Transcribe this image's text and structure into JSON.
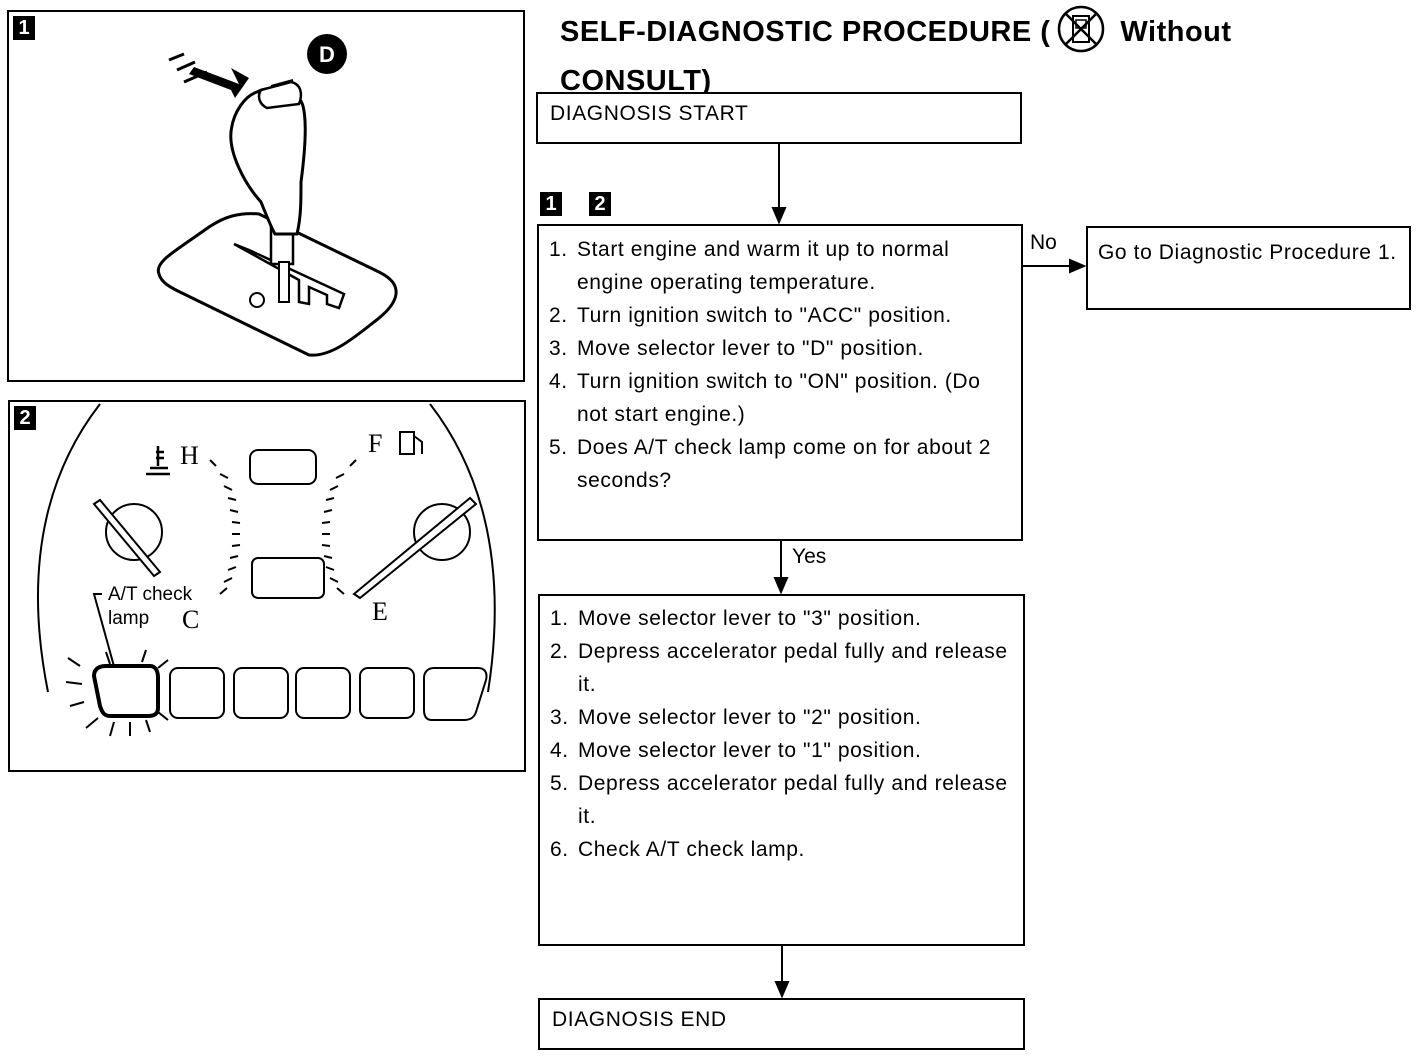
{
  "title": {
    "line1": "SELF-DIAGNOSTIC PROCEDURE (",
    "without": "Without",
    "line2": "CONSULT)",
    "icon": "no-consult-icon"
  },
  "figures": {
    "fig1": {
      "tag": "1",
      "badge": "D"
    },
    "fig2": {
      "tag": "2",
      "gauge_h": "H",
      "gauge_c": "C",
      "gauge_f": "F",
      "gauge_e": "E",
      "callout_line1": "A/T check",
      "callout_line2": "lamp"
    }
  },
  "flow": {
    "start": "DIAGNOSIS START",
    "step_tags": [
      "1",
      "2"
    ],
    "step1": [
      {
        "num": "1.",
        "text": "Start engine and warm it up to normal engine operating temperature."
      },
      {
        "num": "2.",
        "text": "Turn ignition switch to \"ACC\" position."
      },
      {
        "num": "3.",
        "text": "Move selector lever to \"D\" position."
      },
      {
        "num": "4.",
        "text": "Turn ignition switch to \"ON\" position. (Do not start engine.)"
      },
      {
        "num": "5.",
        "text": "Does A/T check lamp come on for about 2 seconds?"
      }
    ],
    "no_label": "No",
    "no_target": "Go to Diagnostic Procedure 1.",
    "yes_label": "Yes",
    "step2": [
      {
        "num": "1.",
        "text": "Move selector lever to \"3\" position."
      },
      {
        "num": "2.",
        "text": "Depress accelerator pedal fully and release it."
      },
      {
        "num": "3.",
        "text": "Move selector lever to \"2\" position."
      },
      {
        "num": "4.",
        "text": "Move selector lever to \"1\" position."
      },
      {
        "num": "5.",
        "text": "Depress accelerator pedal fully and release it."
      },
      {
        "num": "6.",
        "text": "Check A/T check lamp."
      }
    ],
    "end": "DIAGNOSIS END"
  }
}
